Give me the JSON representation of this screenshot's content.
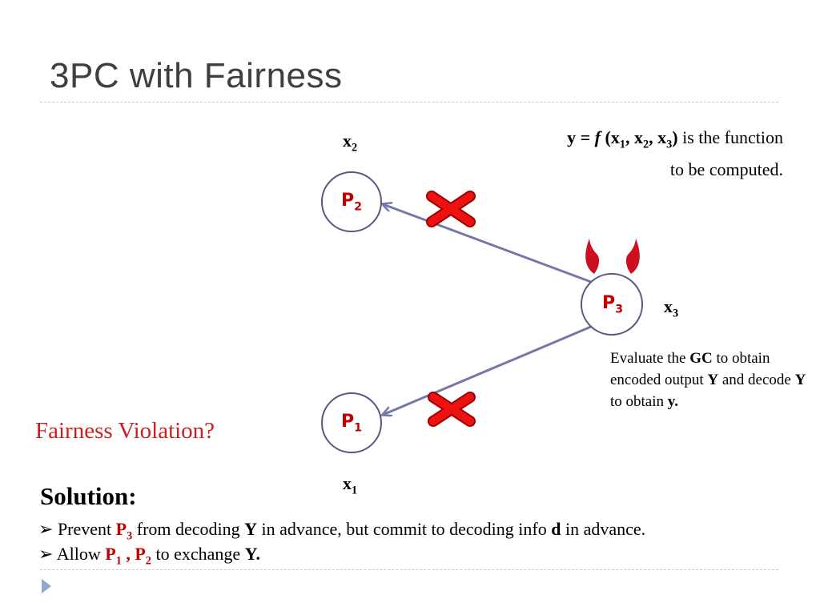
{
  "title": "3PC with Fairness",
  "function_text": {
    "y": "y",
    "eq": "=",
    "f": "f",
    "open": "(x",
    "s1": "1",
    "c1": ", x",
    "s2": "2",
    "c2": ", x",
    "s3": "3",
    "close": ")",
    "rest_line1": " is the function",
    "rest_line2": "to be computed."
  },
  "parties": [
    {
      "p": "P",
      "sub": "2",
      "input": "x",
      "input_sub": "2"
    },
    {
      "p": "P",
      "sub": "3",
      "input": "x",
      "input_sub": "3"
    },
    {
      "p": "P",
      "sub": "1",
      "input": "x",
      "input_sub": "1"
    }
  ],
  "evaluate": {
    "t1": "Evaluate the ",
    "gc": "GC",
    "t2": " to obtain encoded output ",
    "Y1": "Y",
    "t3": " and decode ",
    "Y2": "Y",
    "t4": " to obtain ",
    "y": "y."
  },
  "fairness_violation": "Fairness Violation?",
  "solution_heading": "Solution:",
  "bullet1": {
    "marker": "➢",
    "t1": " Prevent ",
    "p": "P",
    "psub": "3",
    "t2": " from decoding ",
    "Y": "Y",
    "t3": " in advance, but commit to decoding info ",
    "d": "d",
    "t4": " in advance."
  },
  "bullet2": {
    "marker": "➢",
    "t1": " Allow ",
    "p1": "P",
    "p1sub": "1",
    "comma": " , ",
    "p2": "P",
    "p2sub": "2",
    "t2": " to exchange ",
    "Y": "Y."
  },
  "colors": {
    "accent_red": "#cc0000",
    "arrow": "#7378a8",
    "circle": "#555a80",
    "devil": "#cc1020",
    "cross": "#e00000",
    "play": "#8fa9cc"
  },
  "icons": [
    "devil-horns-icon",
    "cross-icon",
    "play-icon",
    "arrow-icon"
  ]
}
